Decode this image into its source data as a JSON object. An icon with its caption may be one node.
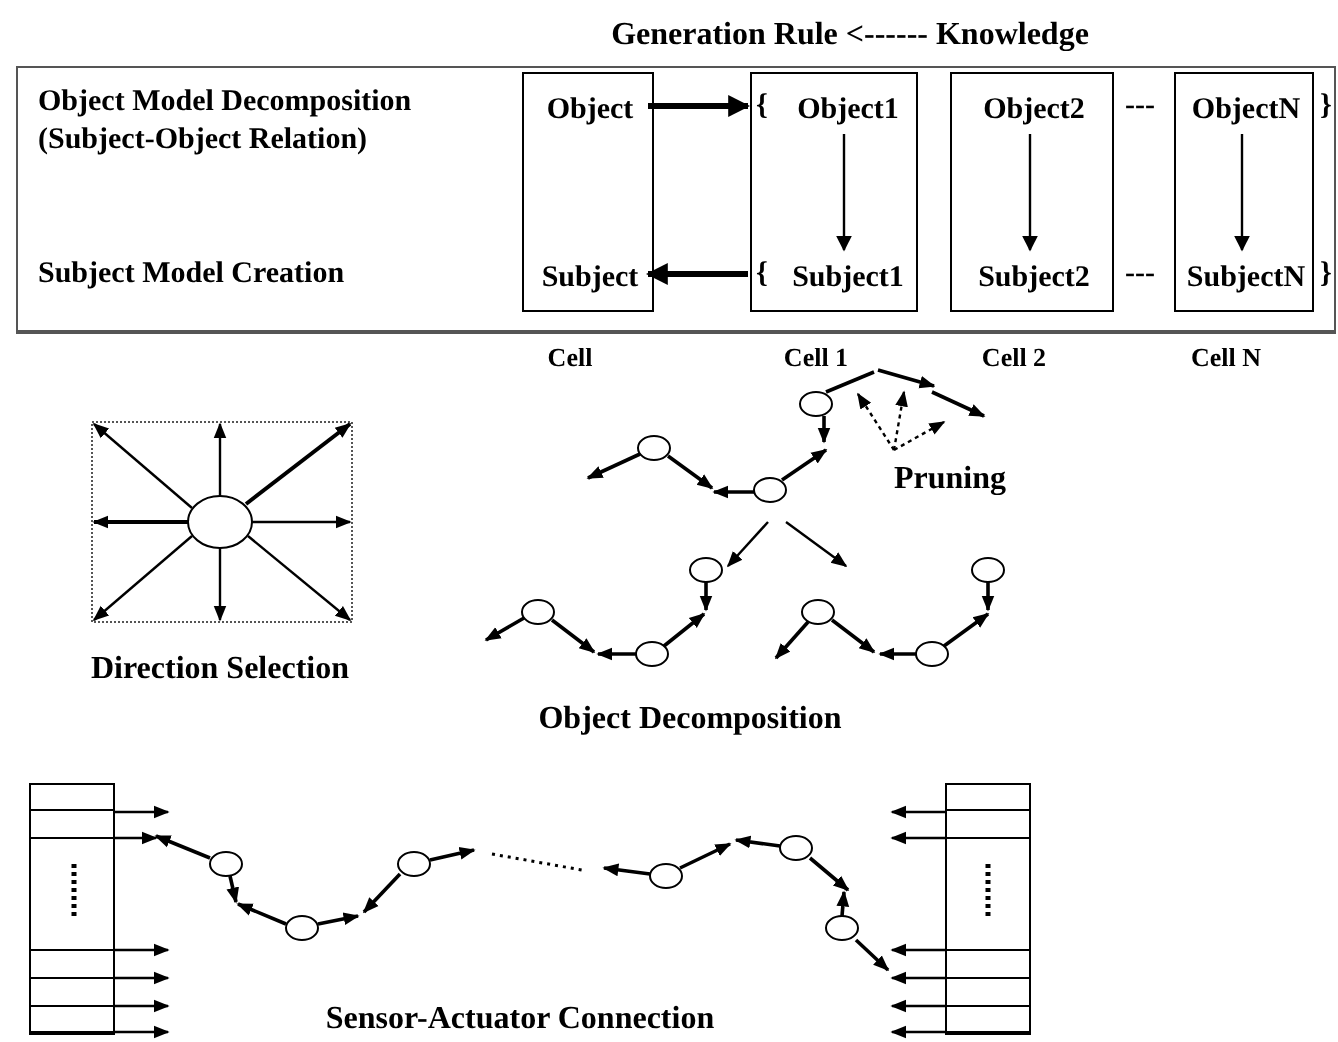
{
  "diagram": {
    "title": "Generation Rule <------ Knowledge",
    "nodes": [
      {
        "text": [
          "Object Model Decomposition (Subject-Object Relation)",
          "Subject Model Creation"
        ]
      },
      {
        "text": [],
        "shape": "box",
        "in": 0,
        "beside": [
          "Cell"
        ]
      },
      {
        "text": [
          "Object"
        ],
        "in": 1
      },
      {
        "text": [
          "Subject"
        ],
        "in": 1
      },
      {
        "text": [],
        "shape": "box",
        "in": 0,
        "beside": [
          "Cell 1"
        ]
      },
      {
        "text": [
          "Object1"
        ],
        "in": 4
      },
      {
        "text": [
          "Subject1"
        ],
        "in": 4
      },
      {
        "text": [],
        "shape": "box",
        "in": 0,
        "beside": [
          "Cell 2"
        ]
      },
      {
        "text": [
          "Object2"
        ],
        "in": 7
      },
      {
        "text": [
          "Subject2"
        ],
        "in": 7
      },
      {
        "text": [],
        "shape": "box",
        "in": 0,
        "beside": [
          "Cell N"
        ]
      },
      {
        "text": [
          "ObjectN"
        ],
        "in": 10
      },
      {
        "text": [
          "SubjectN"
        ],
        "in": 10
      }
    ],
    "edges": [
      {
        "from": 2,
        "to": 4,
        "arrow": "to",
        "style": "thick"
      },
      {
        "from": 4,
        "to": 3,
        "arrow": "to",
        "style": "thick"
      },
      {
        "from": 5,
        "to": 6,
        "arrow": "to"
      },
      {
        "from": 8,
        "to": 9,
        "arrow": "to"
      },
      {
        "from": 11,
        "to": 12,
        "arrow": "to"
      }
    ],
    "labels": [
      "{",
      "---",
      "}",
      "{",
      "---",
      "}",
      "Pruning",
      "Direction Selection",
      "Object Decomposition",
      "Sensor-Actuator Connection"
    ]
  }
}
